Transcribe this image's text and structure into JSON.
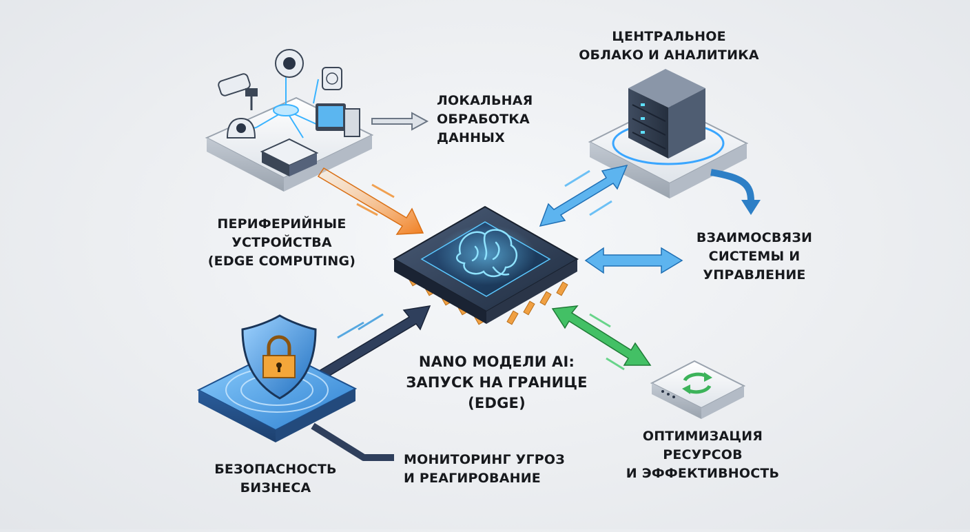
{
  "labels": {
    "central_cloud": "ЦЕНТРАЛЬНОЕ\nОБЛАКО И АНАЛИТИКА",
    "local_processing": "ЛОКАЛЬНАЯ\nОБРАБОТКА\nДАННЫХ",
    "peripheral_devices": "ПЕРИФЕРИЙНЫЕ\nУСТРОЙСТВА\n(EDGE COMPUTING)",
    "system_interconnect": "ВЗАИМОСВЯЗИ\nСИСТЕМЫ И\nУПРАВЛЕНИЕ",
    "nano_models": "NANO МОДЕЛИ AI:\nЗАПУСК НА ГРАНИЦЕ\n(EDGE)",
    "resource_optimization": "ОПТИМИЗАЦИЯ\nРЕСУРСОВ\nИ ЭФФЕКТИВНОСТЬ",
    "threat_monitoring": "МОНИТОРИНГ УГРОЗ\nИ РЕАГИРОВАНИЕ",
    "business_security": "БЕЗОПАСНОСТЬ\nБИЗНЕСА"
  },
  "icons": {
    "chip": "ai-chip-brain-icon",
    "edge_devices": "edge-devices-platform-icon",
    "cloud_server": "server-rack-icon",
    "security": "shield-lock-icon",
    "optimization": "recycle-module-icon"
  },
  "colors": {
    "accent_blue": "#2f8fd6",
    "accent_orange": "#f08a2c",
    "accent_green": "#3cb35a",
    "dark_navy": "#2b3a55",
    "chip_glow": "#7fd6ff"
  }
}
